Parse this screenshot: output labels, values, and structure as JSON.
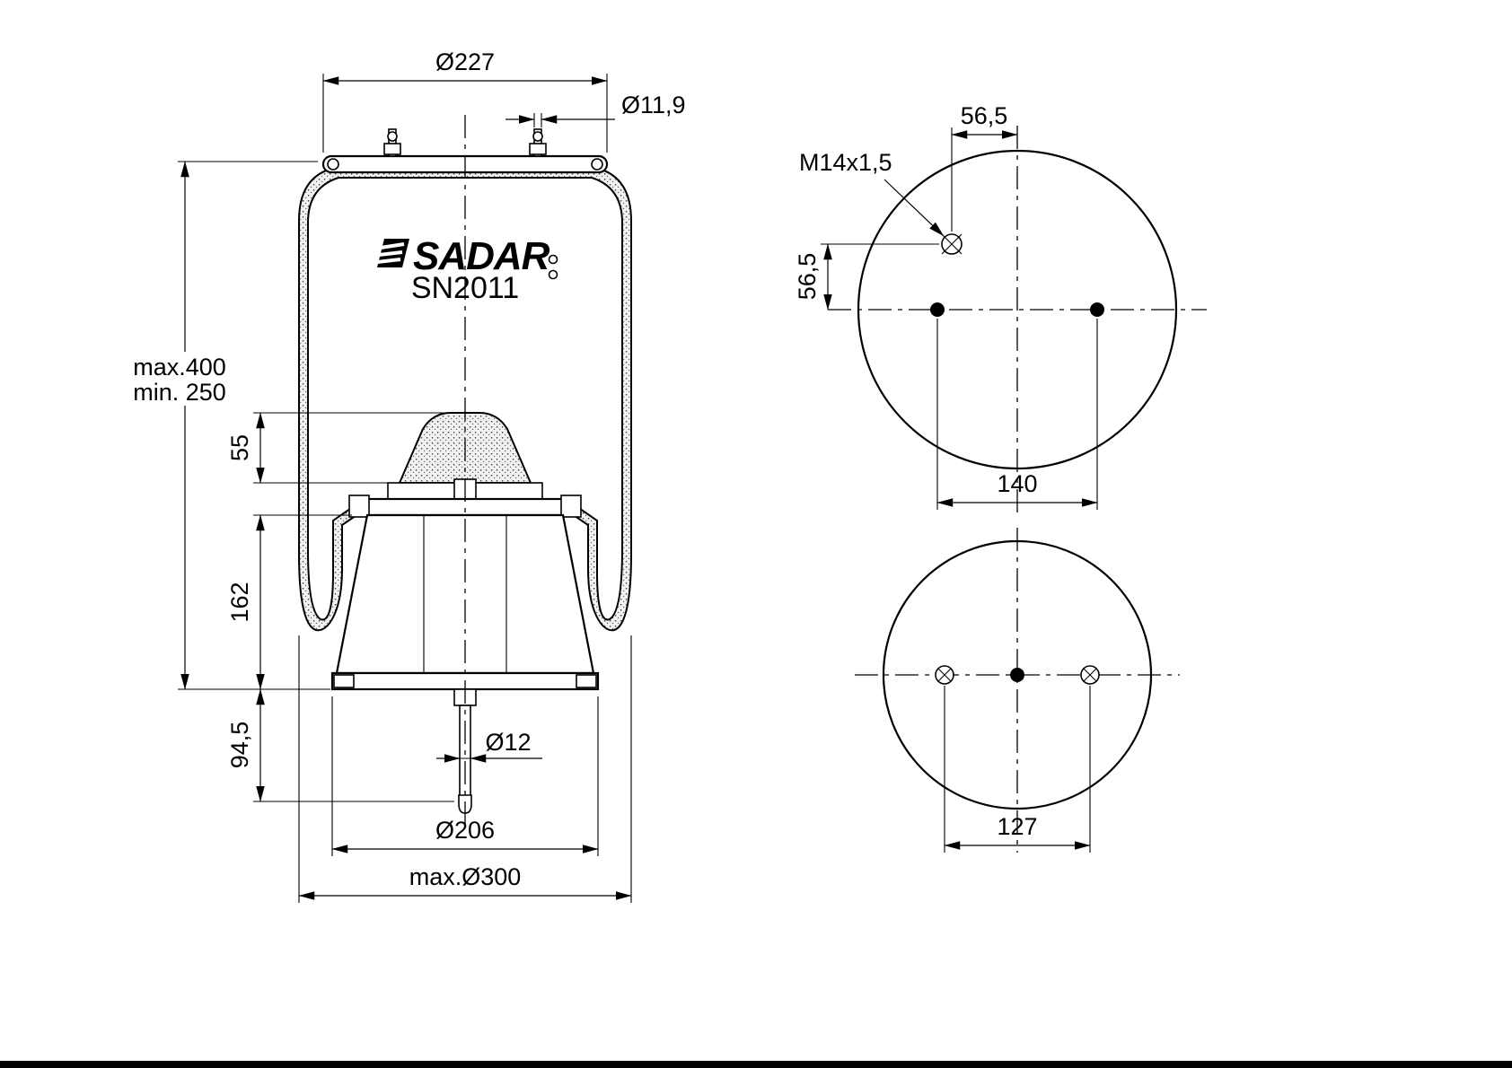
{
  "drawing": {
    "brand": "SADAR",
    "part_number": "SN2011"
  },
  "side_view": {
    "top_plate_diameter": "Ø227",
    "stud_diameter": "Ø11,9",
    "height_max": "max.400",
    "height_min": "min. 250",
    "bumper_height": "55",
    "piston_height": "162",
    "rod_length": "94,5",
    "rod_diameter": "Ø12",
    "piston_diameter": "Ø206",
    "max_diameter": "max.Ø300"
  },
  "top_view": {
    "hole_offset_horizontal": "56,5",
    "hole_offset_vertical": "56,5",
    "thread_label": "M14x1,5",
    "stud_spacing": "140"
  },
  "bottom_view": {
    "hole_spacing": "127"
  }
}
